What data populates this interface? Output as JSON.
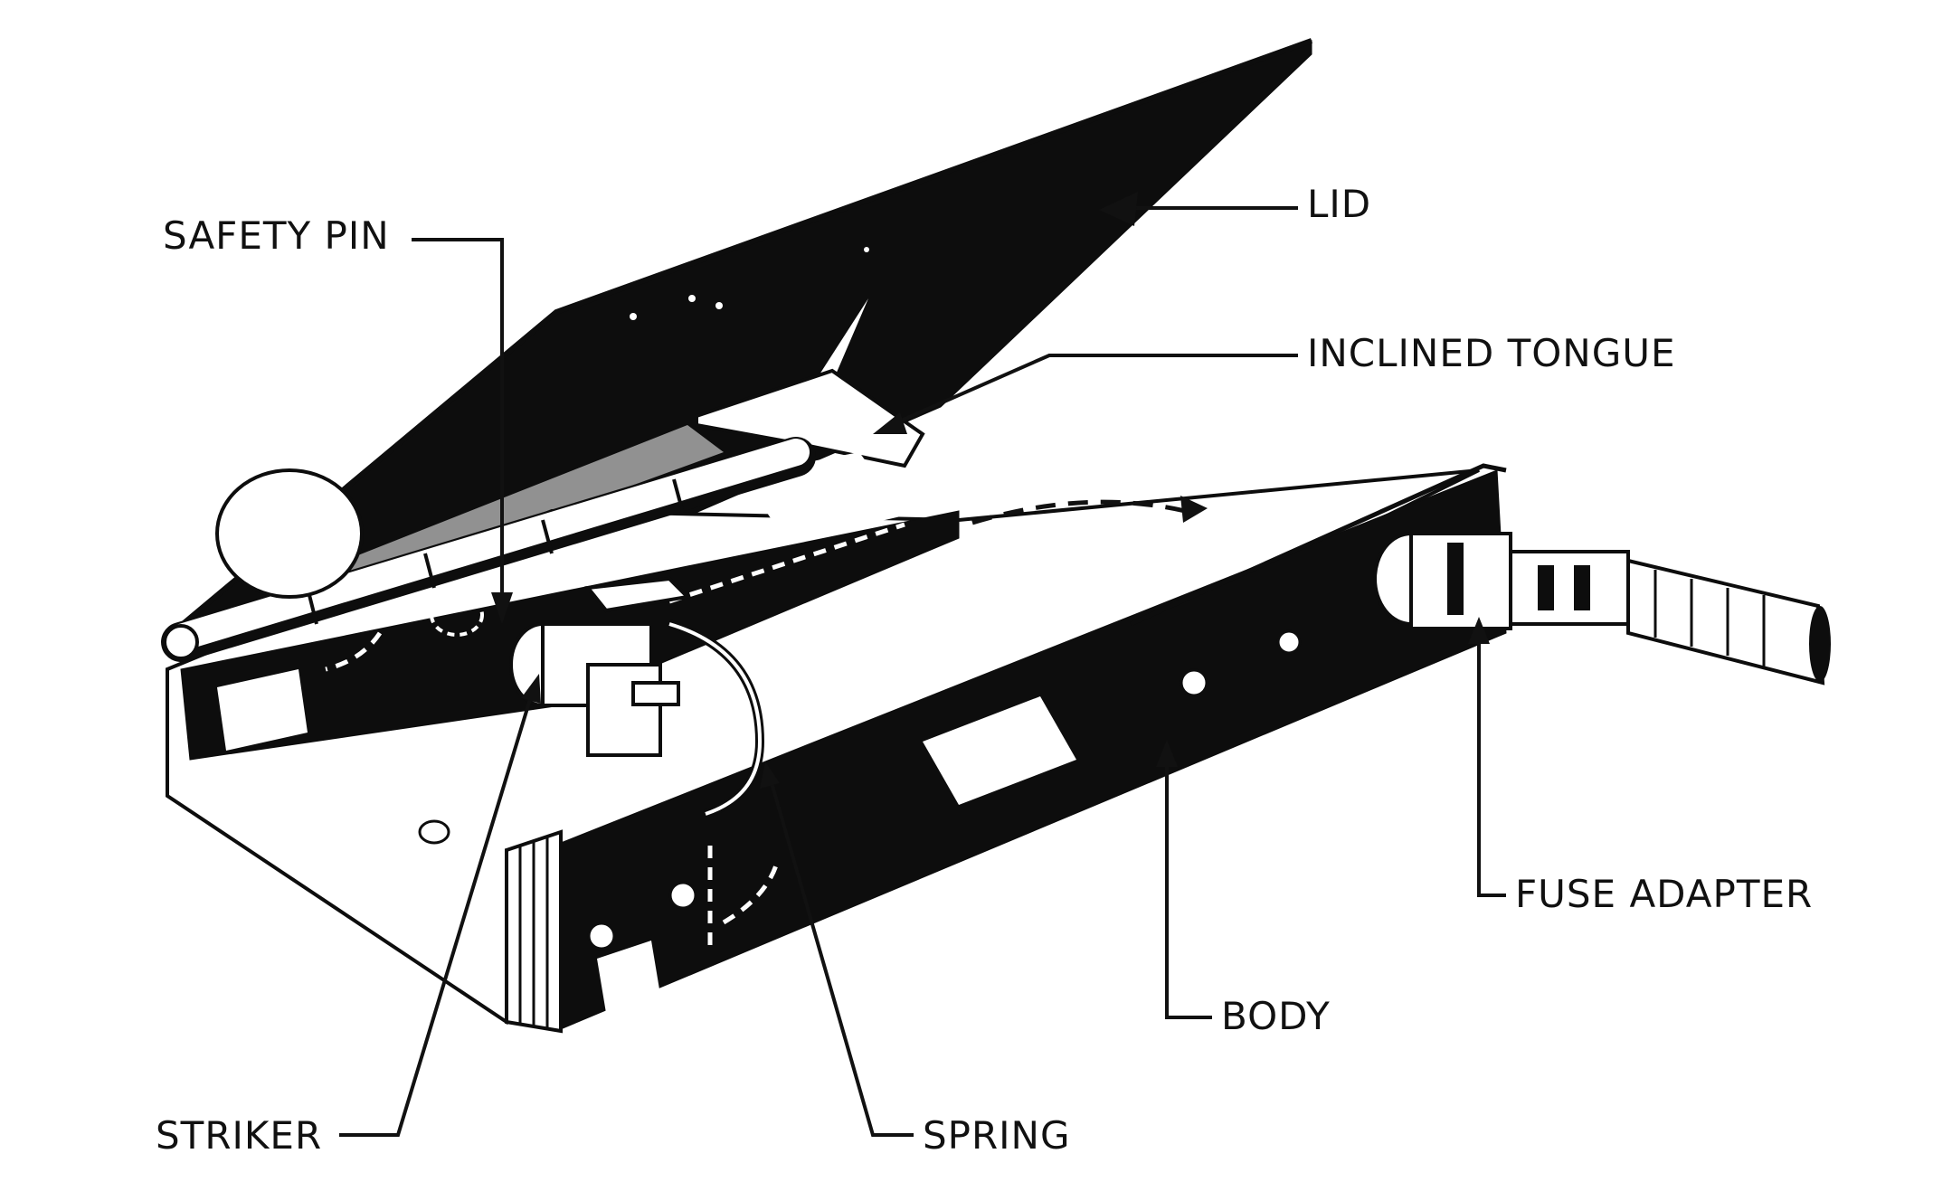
{
  "labels": {
    "lid": "LID",
    "safety_pin": "SAFETY PIN",
    "inclined_tongue": "INCLINED TONGUE",
    "fuse_adapter": "FUSE ADAPTER",
    "body": "BODY",
    "striker": "STRIKER",
    "spring": "SPRING"
  },
  "colors": {
    "ink": "#0d0d0d",
    "paper": "#ffffff"
  }
}
